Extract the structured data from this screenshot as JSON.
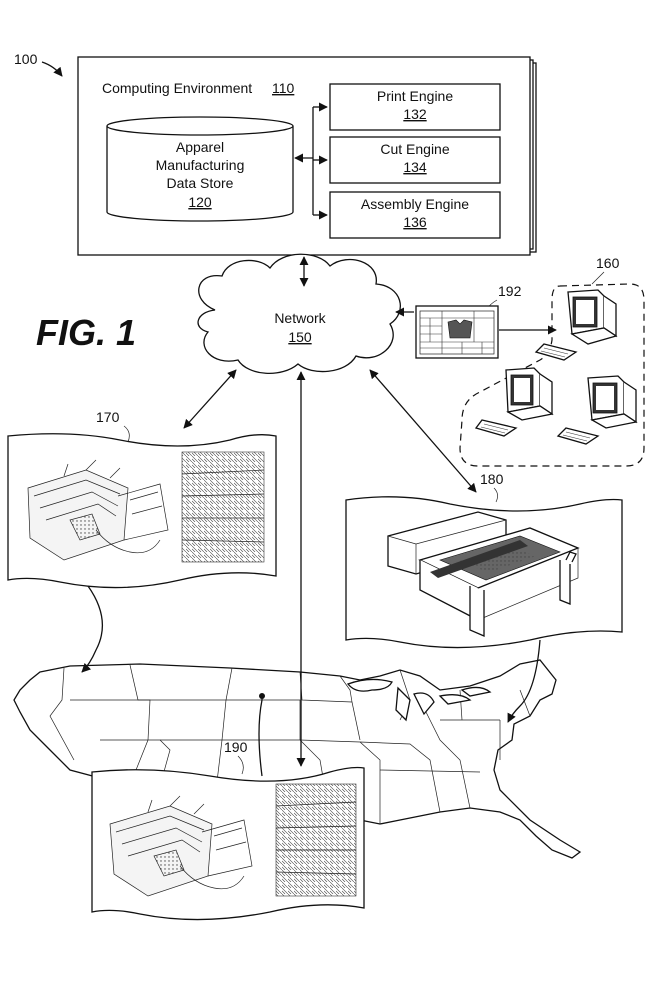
{
  "diagram": {
    "ref_100": "100",
    "fig_title": "FIG. 1",
    "computing_env": {
      "label": "Computing Environment",
      "ref": "110"
    },
    "data_store": {
      "line1": "Apparel",
      "line2": "Manufacturing",
      "line3": "Data Store",
      "ref": "120"
    },
    "print_engine": {
      "label": "Print Engine",
      "ref": "132"
    },
    "cut_engine": {
      "label": "Cut Engine",
      "ref": "134"
    },
    "assembly_engine": {
      "label": "Assembly Engine",
      "ref": "136"
    },
    "network": {
      "label": "Network",
      "ref": "150"
    },
    "ref_160": "160",
    "ref_170": "170",
    "ref_180": "180",
    "ref_190": "190",
    "ref_192": "192"
  }
}
